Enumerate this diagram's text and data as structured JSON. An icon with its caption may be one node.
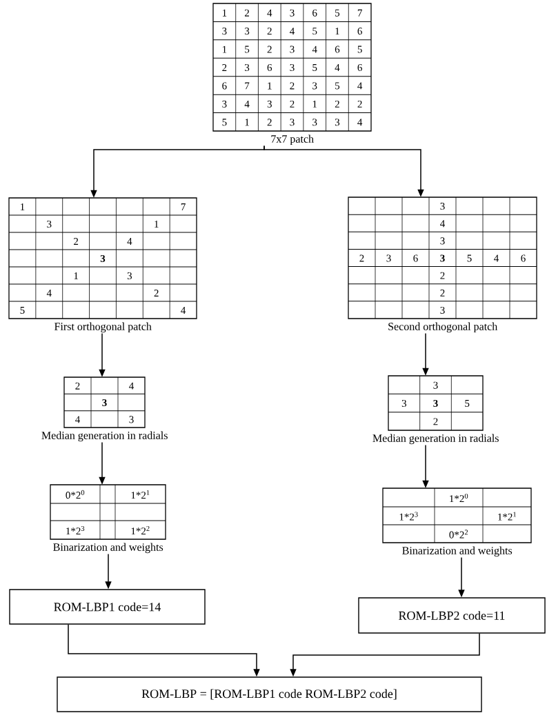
{
  "diagram": {
    "nodes": [
      {
        "text": [
          "7x7 patch"
        ]
      },
      {
        "text": [
          "First orthogonal patch"
        ]
      },
      {
        "text": [
          "Second orthogonal patch"
        ]
      },
      {
        "text": [
          "Median generation in radials"
        ]
      },
      {
        "text": [
          "Median generation in radials"
        ]
      },
      {
        "text": [
          "Binarization and weights"
        ]
      },
      {
        "text": [
          "Binarization and weights"
        ]
      },
      {
        "text": [
          "ROM-LBP1 code=14"
        ]
      },
      {
        "text": [
          "ROM-LBP2 code=11"
        ]
      },
      {
        "text": [
          "ROM-LBP = [ROM-LBP1 code   ROM-LBP2 code]"
        ]
      }
    ],
    "edges": [
      {
        "from": 0,
        "to": 1,
        "arrow": "to"
      },
      {
        "from": 0,
        "to": 2,
        "arrow": "to"
      },
      {
        "from": 1,
        "to": 3,
        "arrow": "to"
      },
      {
        "from": 2,
        "to": 4,
        "arrow": "to"
      },
      {
        "from": 3,
        "to": 5,
        "arrow": "to"
      },
      {
        "from": 4,
        "to": 6,
        "arrow": "to"
      },
      {
        "from": 5,
        "to": 7,
        "arrow": "to"
      },
      {
        "from": 6,
        "to": 8,
        "arrow": "to"
      },
      {
        "from": 7,
        "to": 9,
        "arrow": "to"
      },
      {
        "from": 8,
        "to": 9,
        "arrow": "to"
      }
    ],
    "labels": [
      "1",
      "2",
      "4",
      "3",
      "6",
      "5",
      "7",
      "3",
      "3",
      "2",
      "4",
      "5",
      "1",
      "6",
      "1",
      "5",
      "2",
      "3",
      "4",
      "6",
      "5",
      "2",
      "3",
      "6",
      "3",
      "5",
      "4",
      "6",
      "6",
      "7",
      "1",
      "2",
      "3",
      "5",
      "4",
      "3",
      "4",
      "3",
      "2",
      "1",
      "2",
      "2",
      "5",
      "1",
      "2",
      "3",
      "3",
      "3",
      "4",
      "1",
      "7",
      "3",
      "1",
      "2",
      "4",
      "3",
      "1",
      "3",
      "4",
      "2",
      "5",
      "4",
      "3",
      "4",
      "3",
      "2",
      "3",
      "6",
      "3",
      "5",
      "4",
      "6",
      "2",
      "2",
      "3",
      "2",
      "4",
      "3",
      "4",
      "3",
      "3",
      "3",
      "3",
      "5",
      "2",
      "0*2$^{0}$",
      "1*2$^{1}$",
      "1*2$^{3}$",
      "1*2$^{2}$",
      "1*2$^{0}$",
      "1*2$^{3}$",
      "1*2$^{1}$",
      "0*2$^{2}$"
    ]
  }
}
